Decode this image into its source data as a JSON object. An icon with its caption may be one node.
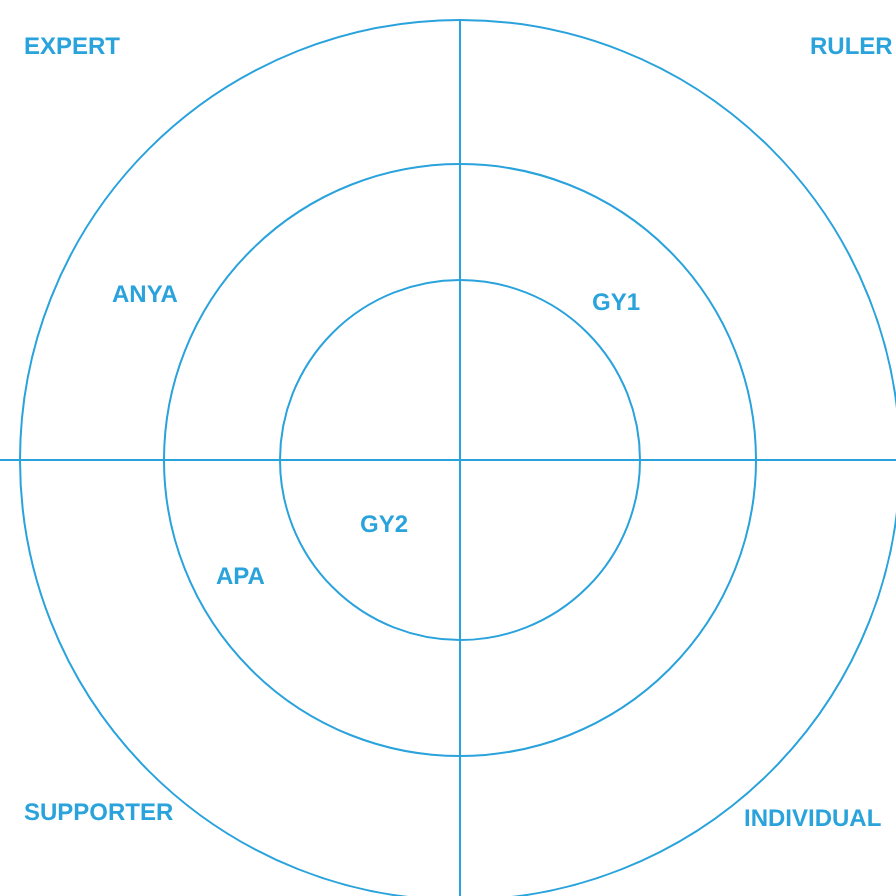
{
  "diagram": {
    "labels": [
      "EXPERT",
      "RULER",
      "ANYA",
      "GY1",
      "GY2",
      "APA",
      "SUPPORTER",
      "INDIVIDUAL"
    ]
  }
}
